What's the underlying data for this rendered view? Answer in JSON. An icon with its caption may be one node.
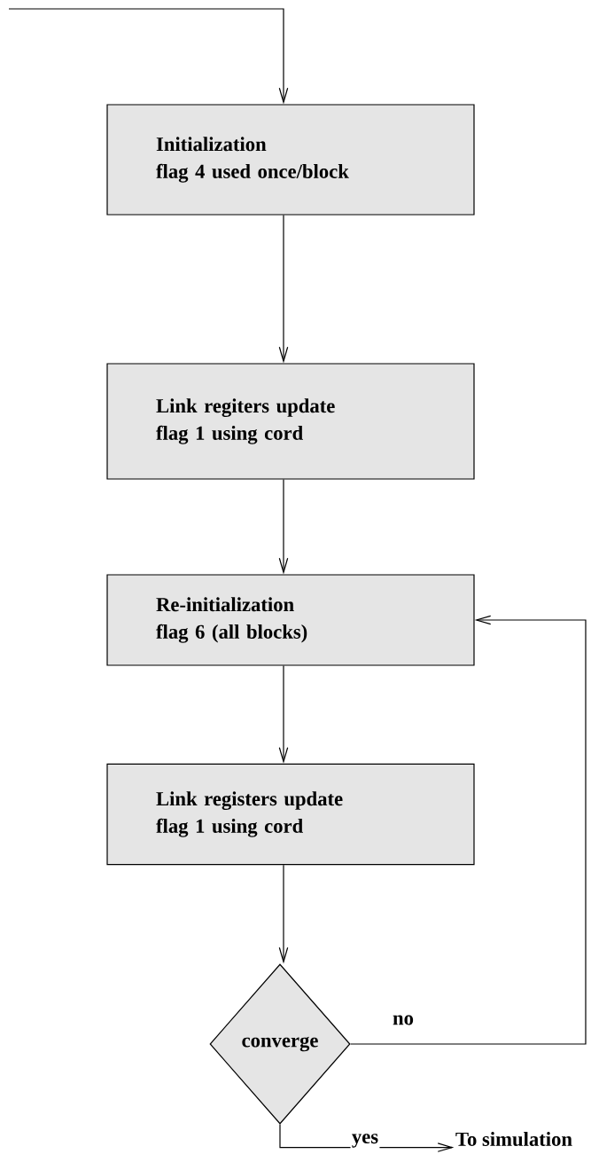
{
  "diagram": {
    "nodes": [
      {
        "text": [
          "Initialization",
          "flag 4 used once/block"
        ]
      },
      {
        "text": [
          "Link regiters update",
          "flag 1 using cord"
        ]
      },
      {
        "text": [
          "Re-initialization",
          "flag 6 (all blocks)"
        ]
      },
      {
        "text": [
          "Link registers update",
          "flag 1 using cord"
        ]
      },
      {
        "text": [
          "converge"
        ]
      },
      {
        "text": [
          "To simulation"
        ]
      }
    ],
    "edges": [
      {
        "from": null,
        "to": 0,
        "arrow": "to"
      },
      {
        "from": 0,
        "to": 1,
        "arrow": "to"
      },
      {
        "from": 1,
        "to": 2,
        "arrow": "to"
      },
      {
        "from": 2,
        "to": 3,
        "arrow": "to"
      },
      {
        "from": 3,
        "to": 4,
        "arrow": "to"
      },
      {
        "from": 4,
        "to": 2,
        "arrow": "to",
        "label": "no"
      },
      {
        "from": 4,
        "to": 5,
        "arrow": "to",
        "label": "yes"
      }
    ]
  }
}
